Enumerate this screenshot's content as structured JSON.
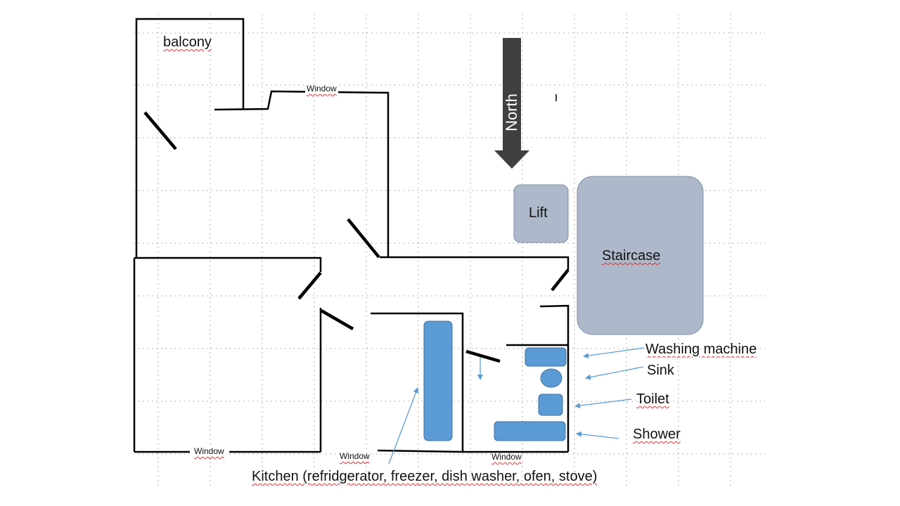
{
  "labels": {
    "balcony": "balcony",
    "north": "North",
    "lift": "Lift",
    "staircase": "Staircase",
    "washing_machine": "Washing machine",
    "sink": "Sink",
    "toilet": "Toilet",
    "shower": "Shower",
    "kitchen": "Kitchen (refridgerator, freezer, dish washer, ofen, stove)",
    "window_top": "Window",
    "window_bottom_left": "Window",
    "window_bottom_middle": "Window",
    "window_bottom_right": "Window"
  },
  "colors": {
    "wall": "#000000",
    "fixture_fill": "#5b9bd5",
    "fixture_stroke": "#41719c",
    "room_fill": "#adb9ca",
    "room_stroke": "#7f8fa6",
    "arrow_fill": "#404040",
    "pointer": "#5b9bd5",
    "grid_dot": "#9a9a9a"
  }
}
